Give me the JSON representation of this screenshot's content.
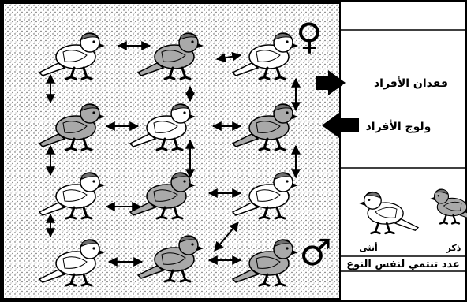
{
  "labels": {
    "loss": "فقدان الأفراد",
    "entry": "ولوج الأفراد",
    "female_label": "أنثى",
    "male_label": "ذكر",
    "bottom_caption": "عدد تنتمي لنفس النوع"
  },
  "symbols": {
    "female": "♀",
    "male": "♂"
  },
  "grid_birds": [
    [
      "white",
      "gray",
      "white"
    ],
    [
      "gray",
      "white",
      "gray"
    ],
    [
      "white",
      "gray",
      "white"
    ],
    [
      "white",
      "gray",
      "gray"
    ]
  ],
  "colors": {
    "white_bird": "#ffffff",
    "gray_bird": "#a9a9a9",
    "tail_dark": "#333333",
    "cap": "#6e6e6e"
  }
}
